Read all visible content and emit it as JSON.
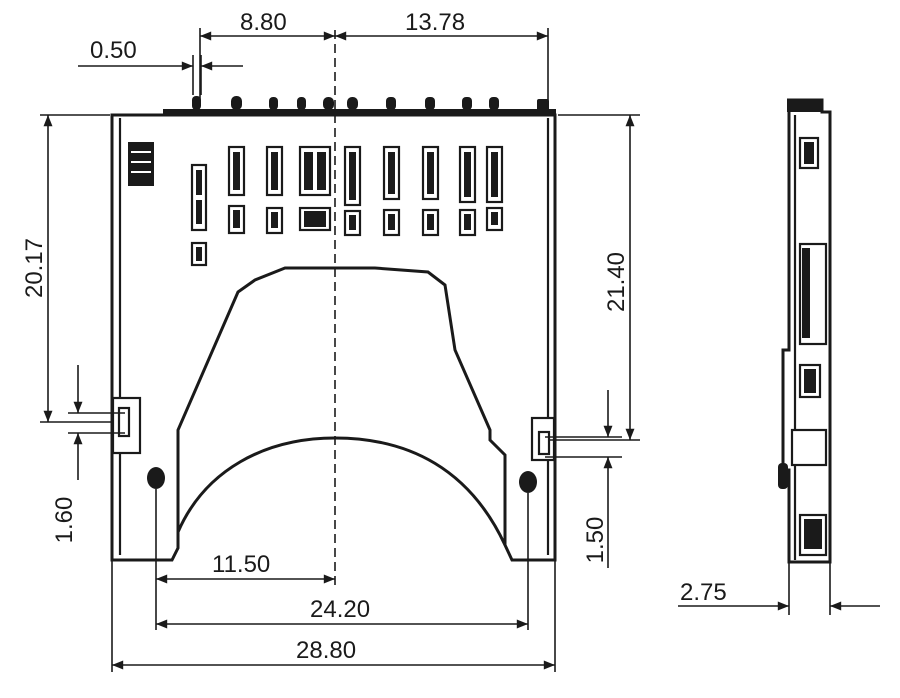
{
  "drawing": {
    "dims": {
      "d_0_50": "0.50",
      "d_8_80": "8.80",
      "d_13_78": "13.78",
      "d_20_17": "20.17",
      "d_21_40": "21.40",
      "d_1_60": "1.60",
      "d_1_50": "1.50",
      "d_11_50": "11.50",
      "d_24_20": "24.20",
      "d_28_80": "28.80",
      "d_2_75": "2.75"
    }
  },
  "colors": {
    "ink": "#1a1a1a",
    "paper": "#ffffff"
  }
}
